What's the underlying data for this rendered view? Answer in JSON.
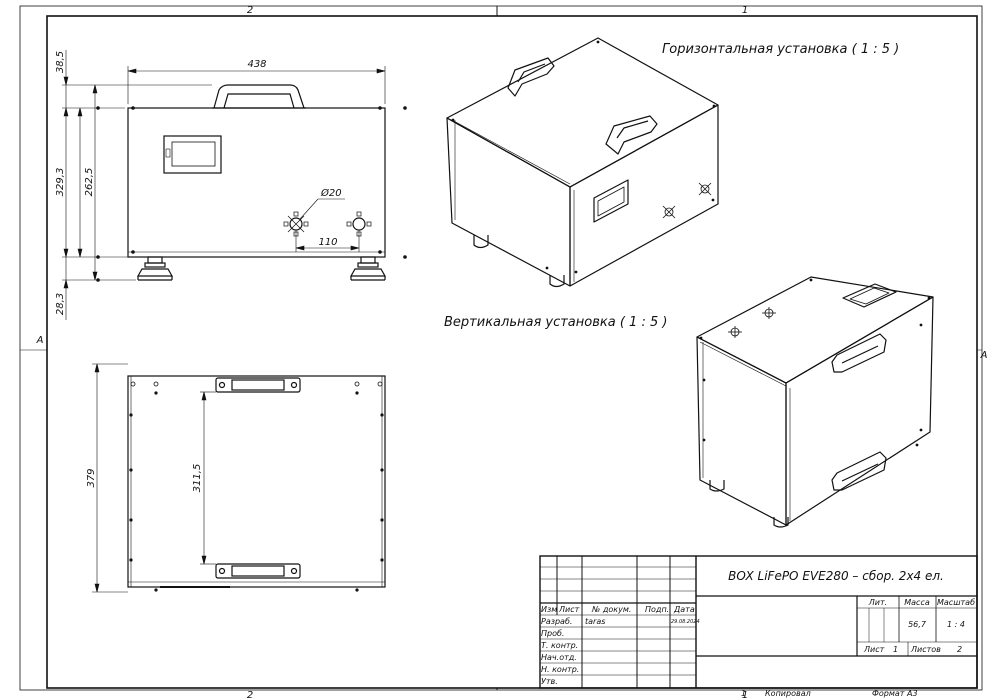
{
  "zones": {
    "top_left": "2",
    "top_right": "1",
    "bottom_left": "2",
    "bottom_right": "1",
    "left": "A",
    "right": "A"
  },
  "captions": {
    "horizontal": "Горизонтальная установка ( 1 : 5 )",
    "vertical": "Вертикальная установка ( 1 : 5 )"
  },
  "dimensions": {
    "width_top": "438",
    "handle_height": "38,5",
    "overall_height": "329,3",
    "body_height": "262,5",
    "foot_height": "28,3",
    "hole_diameter": "Ø20",
    "hole_spacing": "110",
    "depth": "379",
    "handle_spacing": "311,5"
  },
  "title_block": {
    "designation": "BOX LiFePO EVE280 – сбор. 2х4 ел.",
    "col_headers": [
      "Изм",
      "Лист",
      "№ докум.",
      "Подп.",
      "Дата"
    ],
    "row_labels": [
      "Разраб.",
      "Проб.",
      "Т. контр.",
      "Нач.отд.",
      "Н. контр.",
      "Утв."
    ],
    "developer": "taras",
    "date": "29.08.2024",
    "lit_label": "Лит.",
    "mass_label": "Масса",
    "scale_label": "Масштаб",
    "mass_value": "56,7",
    "scale_value": "1 : 4",
    "sheet_label": "Лист",
    "sheet_value": "1",
    "sheets_label": "Листов",
    "sheets_value": "2"
  },
  "footer": {
    "copied_num": "1",
    "copied_label": "Копировал",
    "format_label": "Формат А3"
  }
}
